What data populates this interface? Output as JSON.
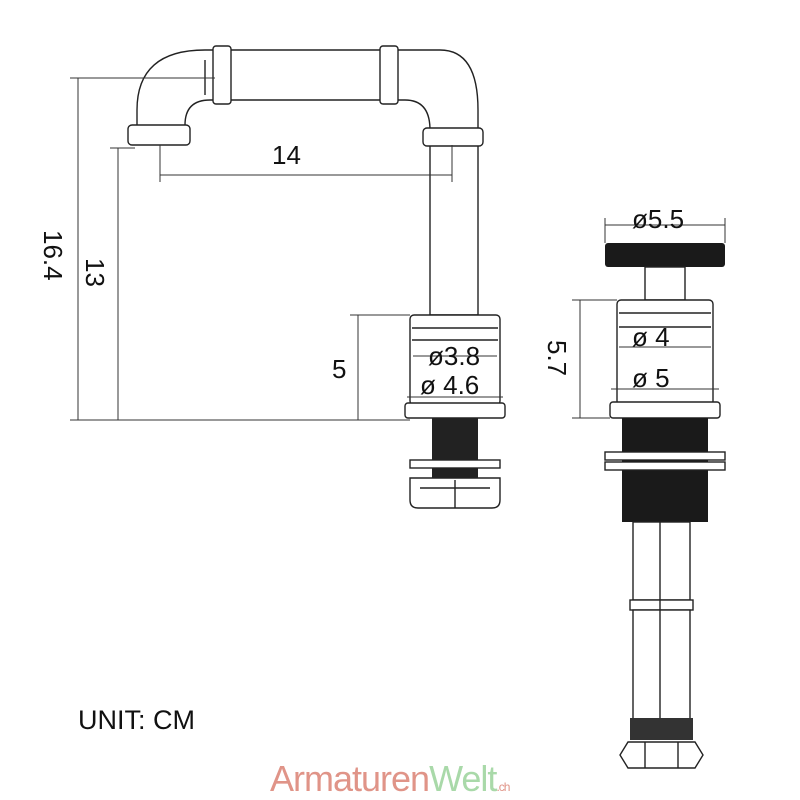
{
  "dimensions": {
    "spout_reach": "14",
    "total_height": "16.4",
    "spout_height": "13",
    "base_height": "5",
    "base_inner_diameter": "ø3.8",
    "base_outer_diameter": "ø 4.6",
    "handle_diameter": "ø5.5",
    "valve_inner_diameter": "ø 4",
    "valve_outer_diameter": "ø 5",
    "valve_height": "5.7"
  },
  "unit_label": "UNIT: CM",
  "logo": {
    "part1": "Armaturen",
    "part2": "Welt",
    "suffix": ".ch",
    "color1": "#e09488",
    "color2": "#a9d9a9"
  }
}
